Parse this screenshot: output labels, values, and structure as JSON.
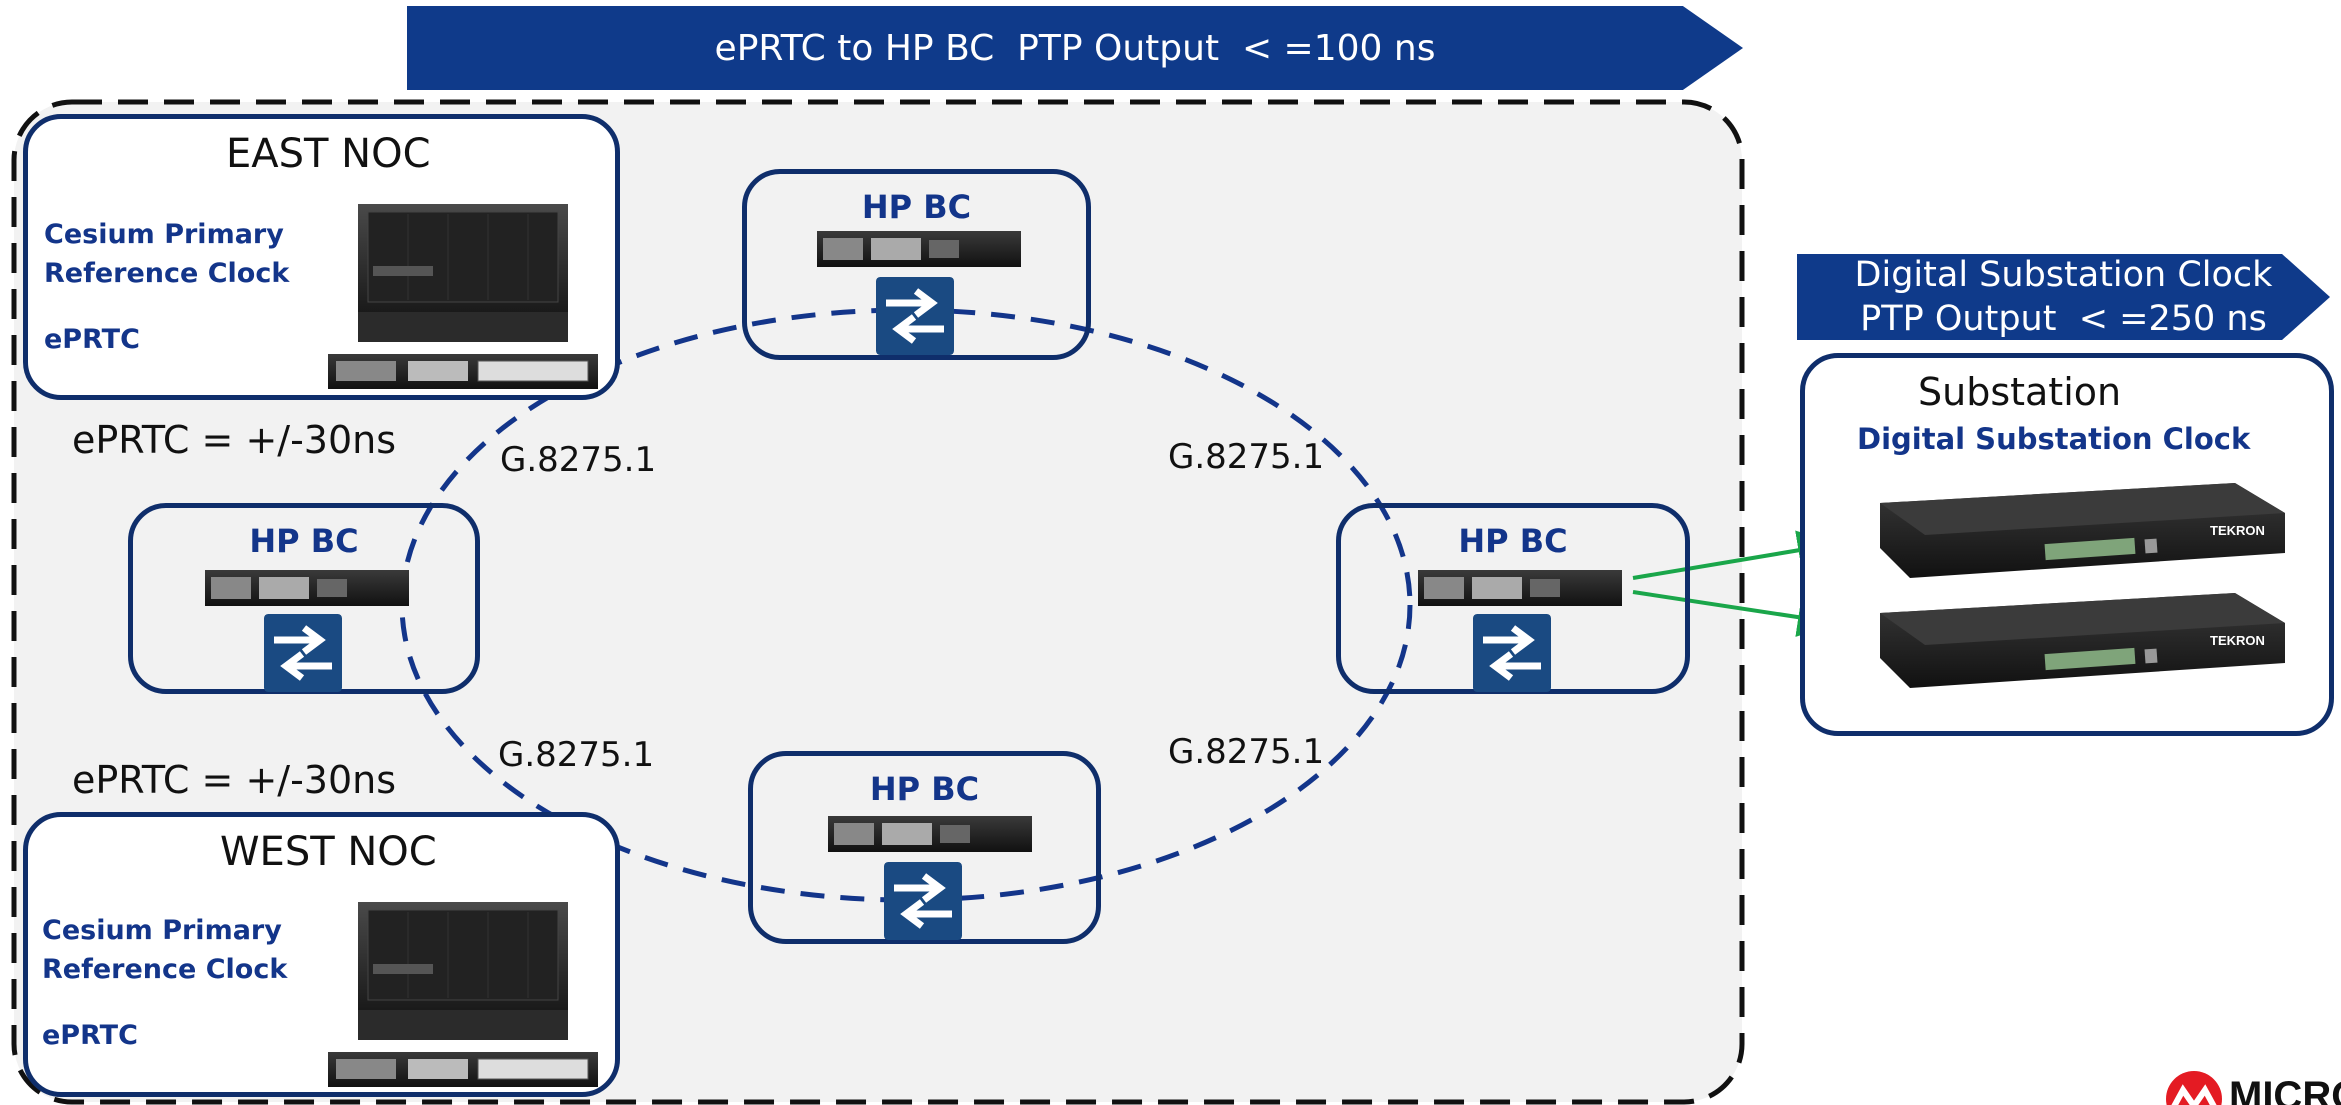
{
  "top_banner": {
    "text": "ePRTC to HP BC  PTP Output  < =100 ns"
  },
  "right_banner": {
    "line1": "Digital Substation Clock",
    "line2": "PTP Output  < =250 ns"
  },
  "east_noc": {
    "title": "EAST NOC",
    "label1": "Cesium Primary",
    "label2": "Reference Clock",
    "label3": "ePRTC",
    "accuracy": "ePRTC = +/-30ns"
  },
  "west_noc": {
    "title": "WEST NOC",
    "label1": "Cesium Primary",
    "label2": "Reference Clock",
    "label3": "ePRTC",
    "accuracy": "ePRTC = +/-30ns"
  },
  "hp_bc": {
    "top": "HP BC",
    "left": "HP BC",
    "right": "HP BC",
    "bottom": "HP BC"
  },
  "links": {
    "upper_left": "G.8275.1",
    "upper_right": "G.8275.1",
    "lower_left": "G.8275.1",
    "lower_right": "G.8275.1"
  },
  "substation": {
    "title": "Substation",
    "subtitle": "Digital Substation Clock",
    "device_brand": "TEKRON"
  },
  "logo": {
    "text": "MICROCHIP"
  },
  "colors": {
    "banner": "#0f3a8a",
    "box_border": "#0f2e6b",
    "ring": "#13358a",
    "arrow": "#1aa64a",
    "label_blue": "#13358a"
  }
}
